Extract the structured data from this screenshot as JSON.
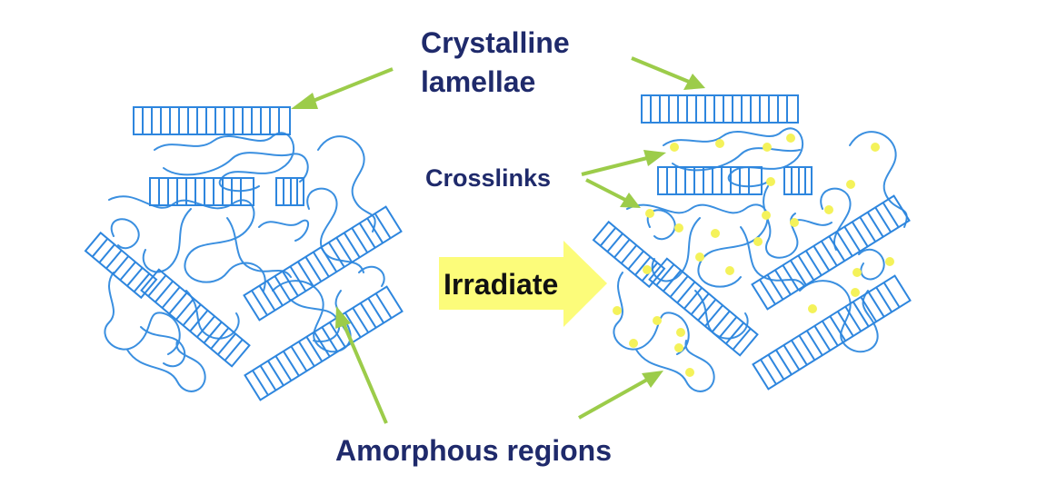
{
  "labels": {
    "crystalline_line1": "Crystalline",
    "crystalline_line2": "lamellae",
    "crosslinks": "Crosslinks",
    "irradiate": "Irradiate",
    "amorphous": "Amorphous regions"
  },
  "colors": {
    "label_text": "#1f2a6b",
    "polymer_blue": "#2e86de",
    "pointer_green": "#9ccc4a",
    "crosslink_yellow": "#f4f25a",
    "irradiate_arrow": "#fcfc7a"
  }
}
